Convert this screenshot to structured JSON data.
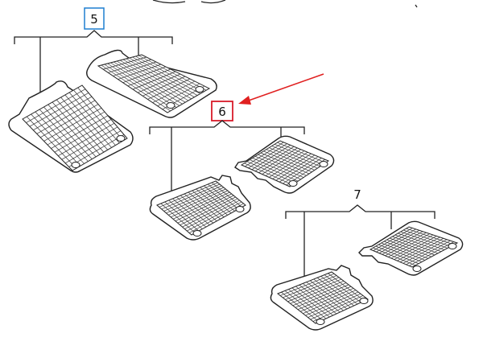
{
  "callouts": [
    {
      "id": "5",
      "label": "5",
      "box_color": "#1e7fd0"
    },
    {
      "id": "6",
      "label": "6",
      "box_color": "#d81b2a"
    },
    {
      "id": "7",
      "label": "7"
    }
  ],
  "arrow": {
    "color": "#e02020",
    "target": "6"
  },
  "colors": {
    "line": "#222222",
    "background": "#ffffff"
  }
}
